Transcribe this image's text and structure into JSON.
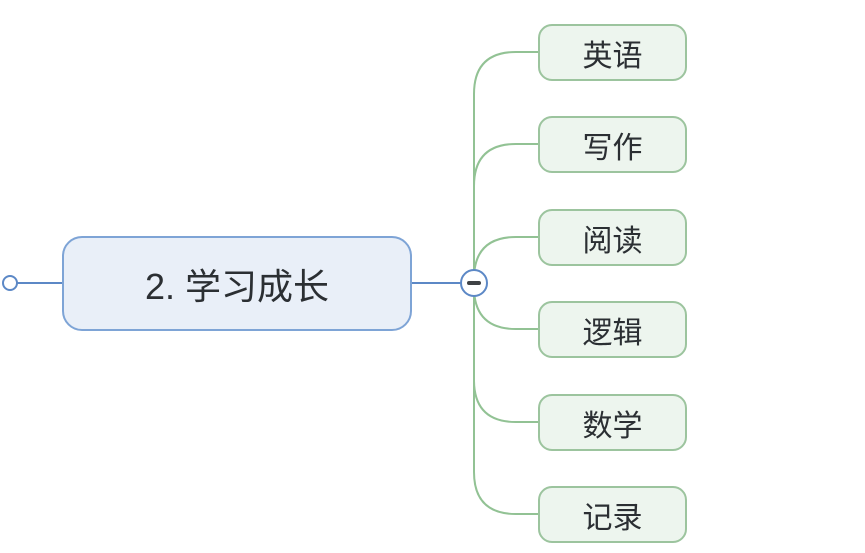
{
  "root": {
    "label": "2. 学习成长"
  },
  "children": [
    {
      "label": "英语"
    },
    {
      "label": "写作"
    },
    {
      "label": "阅读"
    },
    {
      "label": "逻辑"
    },
    {
      "label": "数学"
    },
    {
      "label": "记录"
    }
  ],
  "collapse_button": {
    "symbol": "−"
  },
  "colors": {
    "root_fill": "#e9eff8",
    "root_border": "#7ea4d6",
    "child_fill": "#edf5ee",
    "child_border": "#9cc49e",
    "connector_green": "#92c294",
    "connector_blue": "#5c88c6",
    "text": "#2b2f33"
  }
}
